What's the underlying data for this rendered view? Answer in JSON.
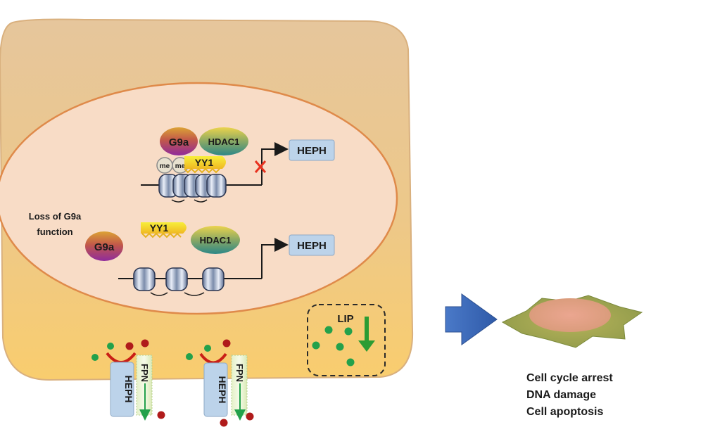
{
  "nucleus": {
    "repressed": {
      "g9a": "G9a",
      "hdac1": "HDAC1",
      "yy1": "YY1",
      "me_marks": [
        "me",
        "me"
      ],
      "target": "HEPH"
    },
    "loss_of_function": {
      "label_line1": "Loss of G9a",
      "label_line2": "function",
      "g9a": "G9a",
      "yy1": "YY1",
      "hdac1": "HDAC1",
      "target": "HEPH"
    }
  },
  "membrane": {
    "heph_label": "HEPH",
    "fpn_label": "FPN"
  },
  "lip": {
    "label": "LIP"
  },
  "outcomes": [
    "Cell cycle arrest",
    "DNA damage",
    "Cell apoptosis"
  ],
  "colors": {
    "cell_top": "#e9c79c",
    "cell_bottom": "#f8cd73",
    "cell_border": "#dba777",
    "nucleus_fill": "#f9dcc6",
    "nucleus_border": "#dd8244",
    "heph_box": "#bcd3ea",
    "yy1": "#f5ea11",
    "g9a_top": "#db9a33",
    "g9a_bottom": "#9a2f9a",
    "hdac1_top": "#ead14d",
    "hdac1_bottom": "#2f8b86",
    "iron_red": "#b01b1b",
    "iron_green": "#23a14b",
    "arrow_blue": "#4472c4",
    "block_x": "#e8321f"
  },
  "icons": {
    "big_arrow": "right-block-arrow-icon",
    "down_arrow": "down-arrow-icon",
    "inhibit": "x-mark-icon",
    "damaged_cell": "damaged-cell-icon"
  }
}
